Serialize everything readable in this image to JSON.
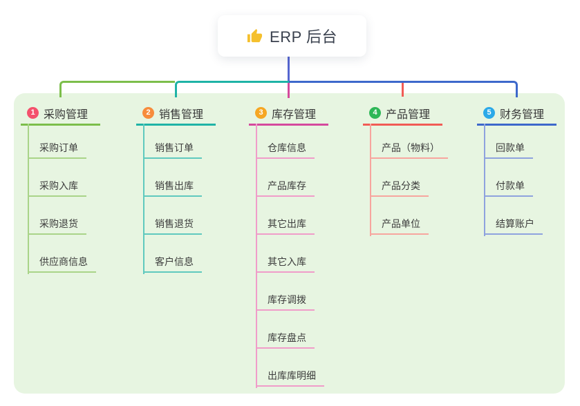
{
  "root": {
    "title": "ERP 后台",
    "icon": "thumbs-up"
  },
  "colors": {
    "canvas_bg": "#ffffff",
    "panel_bg": "#e7f5e1",
    "trunk": "#5565d0",
    "text": "#3c3c3c"
  },
  "branches": [
    {
      "num": "1",
      "label": "采购管理",
      "badge_color": "#f4516c",
      "line_color": "#7cbe4b",
      "child_line_color": "#a9d488",
      "children": [
        "采购订单",
        "采购入库",
        "采购退货",
        "供应商信息"
      ]
    },
    {
      "num": "2",
      "label": "销售管理",
      "badge_color": "#f78c3c",
      "line_color": "#1fb3a6",
      "child_line_color": "#5fc9be",
      "children": [
        "销售订单",
        "销售出库",
        "销售退货",
        "客户信息"
      ]
    },
    {
      "num": "3",
      "label": "库存管理",
      "badge_color": "#f6a723",
      "line_color": "#d5499d",
      "child_line_color": "#f09cc9",
      "children": [
        "仓库信息",
        "产品库存",
        "其它出库",
        "其它入库",
        "库存调拨",
        "库存盘点",
        "出库库明细"
      ]
    },
    {
      "num": "4",
      "label": "产品管理",
      "badge_color": "#2eb757",
      "line_color": "#f15b55",
      "child_line_color": "#f7a59e",
      "children": [
        "产品（物料）",
        "产品分类",
        "产品单位"
      ]
    },
    {
      "num": "5",
      "label": "财务管理",
      "badge_color": "#2ba9e8",
      "line_color": "#3d68cb",
      "child_line_color": "#8ea2de",
      "children": [
        "回款单",
        "付款单",
        "结算账户"
      ]
    }
  ]
}
